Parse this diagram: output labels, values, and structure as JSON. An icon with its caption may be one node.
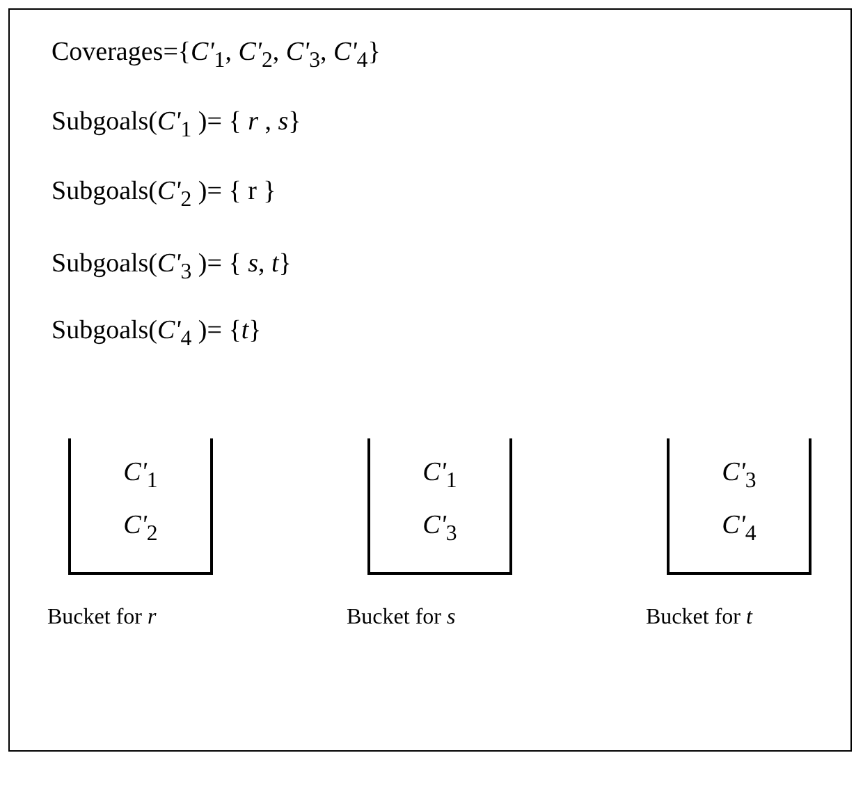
{
  "diagram": {
    "nodes": [
      {
        "text": [
          "*C'*$_{1}$",
          "*C'*$_{2}$"
        ],
        "beside": [
          "Bucket for *r*"
        ]
      },
      {
        "text": [
          "*C'*$_{1}$",
          "*C'*$_{3}$"
        ],
        "beside": [
          "Bucket for *s*"
        ]
      },
      {
        "text": [
          "*C'*$_{3}$",
          "*C'*$_{4}$"
        ],
        "beside": [
          "Bucket for *t*"
        ]
      }
    ],
    "labels": [
      "Coverages={*C'*$_{1}$, *C'*$_{2}$, *C'*$_{3}$, *C'*$_{4}$}",
      "Subgoals(*C'*$_{1}$ )= { *r* , *s*}",
      "Subgoals(*C'*$_{2}$ )= { r }",
      "Subgoals(*C'*$_{3}$ )= { *s*, *t*}",
      "Subgoals(*C'*$_{4}$ )= {*t*}"
    ]
  }
}
